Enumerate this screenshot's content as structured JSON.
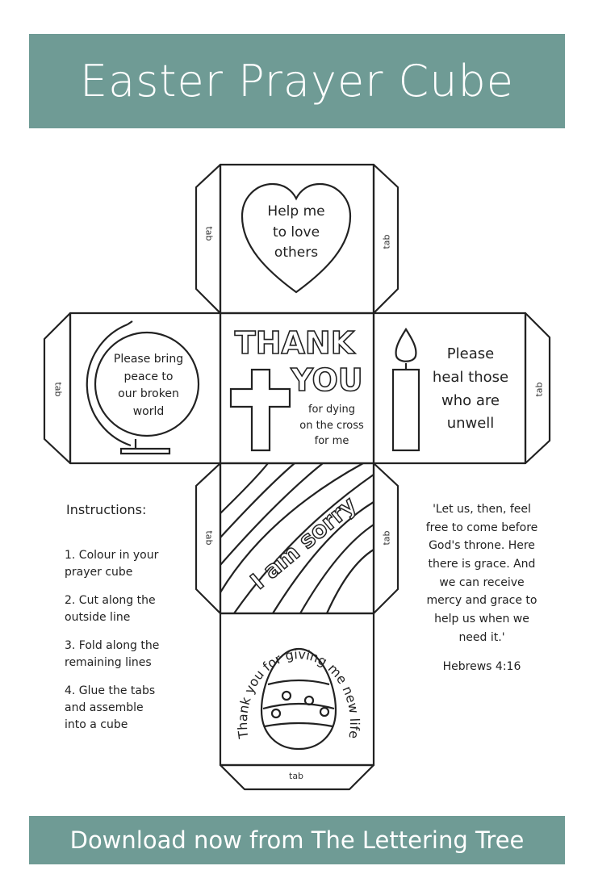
{
  "title": "Easter Prayer Cube",
  "footer": "Download now from The Lettering Tree",
  "tab_label": "tab",
  "faces": {
    "top": {
      "line1": "Help me",
      "line2": "to love",
      "line3": "others"
    },
    "left": {
      "line1": "Please bring",
      "line2": "peace to",
      "line3": "our broken",
      "line4": "world"
    },
    "center": {
      "word1": "THANK",
      "word2": "YOU",
      "line1": "for dying",
      "line2": "on the cross",
      "line3": "for me"
    },
    "right": {
      "line1": "Please",
      "line2": "heal those",
      "line3": "who are",
      "line4": "unwell"
    },
    "sorry": {
      "text": "I am sorry"
    },
    "bottom": {
      "arc_text": "Thank you for giving me new life"
    }
  },
  "instructions": {
    "heading": "Instructions:",
    "steps": [
      {
        "a": "1. Colour in your",
        "b": "prayer cube"
      },
      {
        "a": "2. Cut along the",
        "b": "outside line"
      },
      {
        "a": "3. Fold along the",
        "b": "remaining lines"
      },
      {
        "a": "4. Glue the tabs",
        "b": "and assemble",
        "c": "into a cube"
      }
    ]
  },
  "verse": {
    "lines": [
      "'Let us, then, feel",
      "free to come before",
      "God's throne. Here",
      "there is grace. And",
      "we can receive",
      "mercy and grace to",
      "help us when we",
      "need it.'"
    ],
    "reference": "Hebrews 4:16"
  }
}
